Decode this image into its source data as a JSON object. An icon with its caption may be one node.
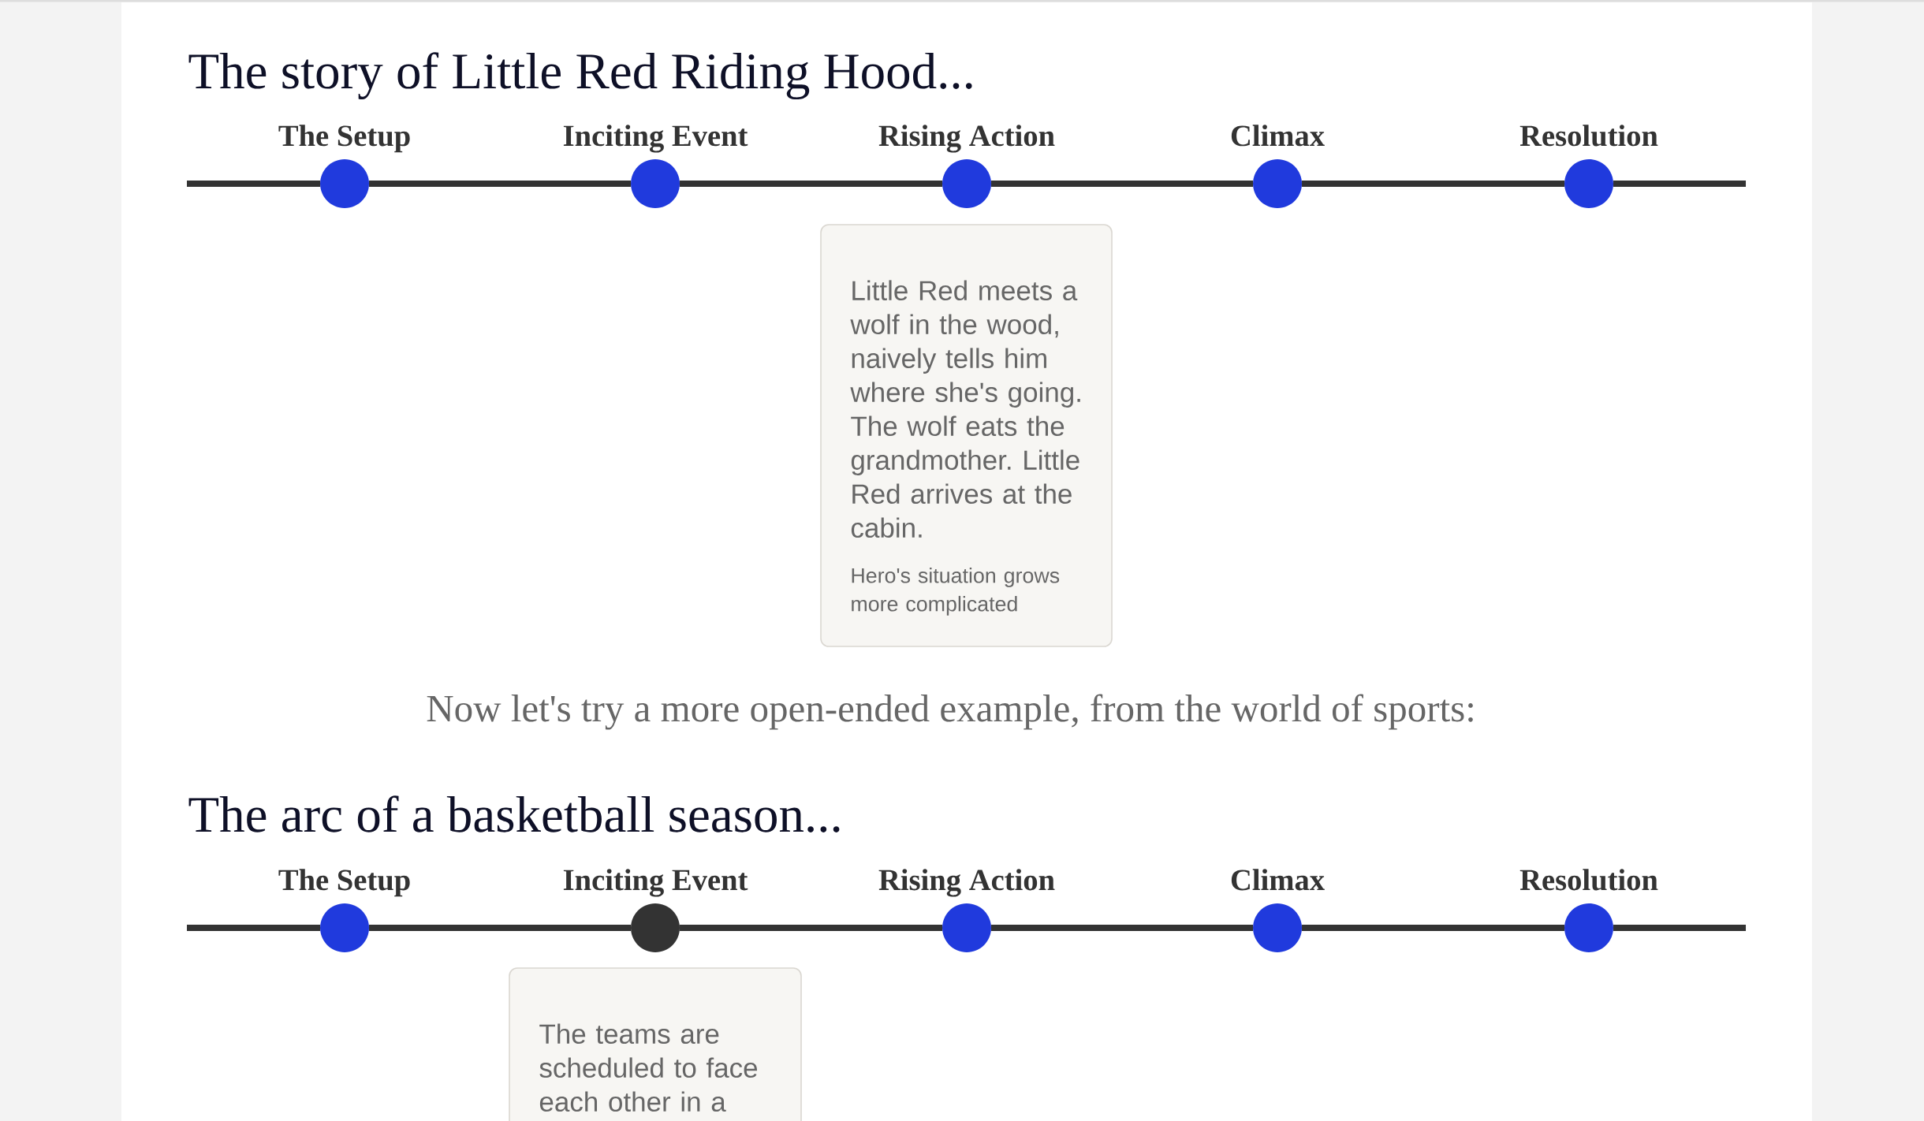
{
  "diagram": {
    "nodes": [
      {
        "text": [
          "The Setup"
        ]
      },
      {
        "text": [
          "Inciting Event"
        ]
      },
      {
        "text": [
          "Rising Action"
        ]
      },
      {
        "text": [
          "Climax"
        ]
      },
      {
        "text": [
          "Resolution"
        ]
      },
      {
        "text": [
          "Little Red meets a wolf in the wood, naively tells him where she's going. The wolf eats the grandmother. Little Red arrives at the cabin.",
          "Hero's situation grows more complicated"
        ]
      },
      {
        "text": [
          "The Setup"
        ]
      },
      {
        "text": [
          "Inciting Event"
        ]
      },
      {
        "text": [
          "Rising Action"
        ]
      },
      {
        "text": [
          "Climax"
        ]
      },
      {
        "text": [
          "Resolution"
        ]
      },
      {
        "text": [
          "The teams are scheduled to face each other in a"
        ]
      }
    ],
    "edges": [
      {
        "from": null,
        "to": 0,
        "arrow": "none"
      },
      {
        "from": 0,
        "to": 1,
        "arrow": "none"
      },
      {
        "from": 1,
        "to": 2,
        "arrow": "none"
      },
      {
        "from": 2,
        "to": 3,
        "arrow": "none"
      },
      {
        "from": 3,
        "to": 4,
        "arrow": "none"
      },
      {
        "from": 4,
        "to": null,
        "arrow": "none"
      },
      {
        "from": null,
        "to": 6,
        "arrow": "none"
      },
      {
        "from": 6,
        "to": 7,
        "arrow": "none"
      },
      {
        "from": 7,
        "to": 8,
        "arrow": "none"
      },
      {
        "from": 8,
        "to": 9,
        "arrow": "none"
      },
      {
        "from": 9,
        "to": 10,
        "arrow": "none"
      },
      {
        "from": 10,
        "to": null,
        "arrow": "none"
      }
    ],
    "labels": [
      "The story of Little Red Riding Hood...",
      "Now let's try a more open-ended example, from the world of sports:",
      "The arc of a basketball season..."
    ]
  }
}
